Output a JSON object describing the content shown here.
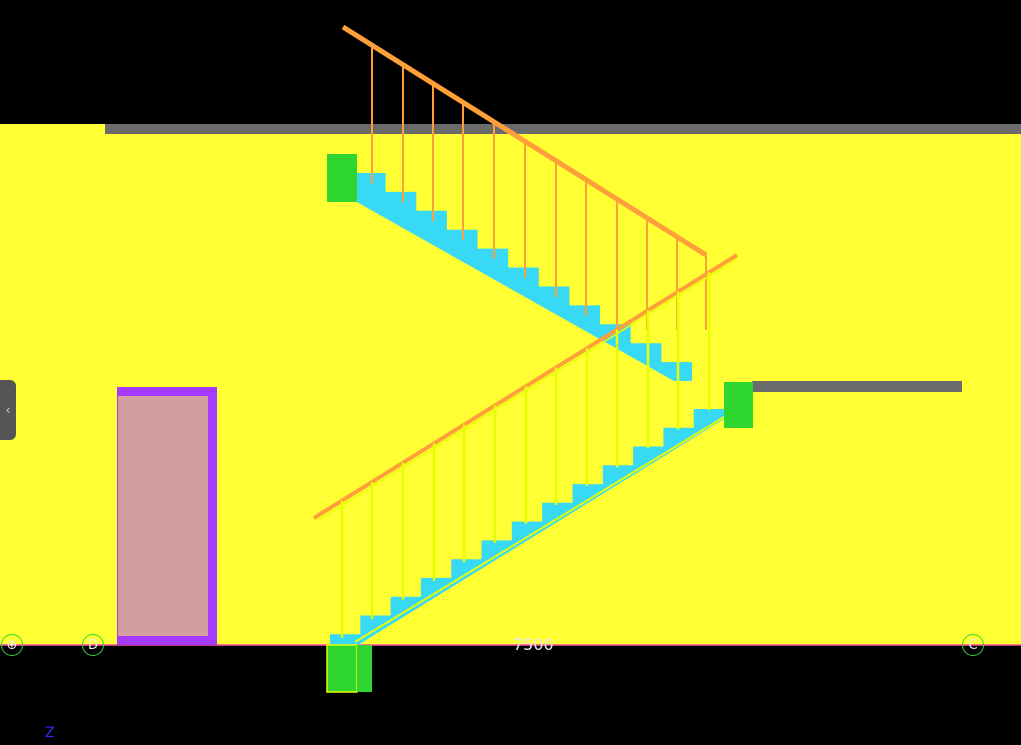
{
  "colors": {
    "background": "#000000",
    "wall_fill": "#ffff33",
    "slab": "#6b6b6b",
    "stair": "#38d9f5",
    "handrail_upper": "#ff9f3a",
    "handrail_lower": "#e6ff00",
    "landing_block": "#2fd62f",
    "door_frame": "#a53bff",
    "door_panel": "#d49e9e",
    "grid_marker": "#2fd83a",
    "dimension_text": "#e6e6e6",
    "axis_text": "#2b2bff"
  },
  "ui": {
    "side_handle_icon": "chevron-left-icon",
    "side_handle_glyph": "‹"
  },
  "grid_markers": [
    {
      "id": "marker-left",
      "label": "⊕"
    },
    {
      "id": "grid-d",
      "label": "D"
    },
    {
      "id": "grid-c",
      "label": "C"
    }
  ],
  "dimension": {
    "label": "7500"
  },
  "axis": {
    "label": "Z"
  }
}
